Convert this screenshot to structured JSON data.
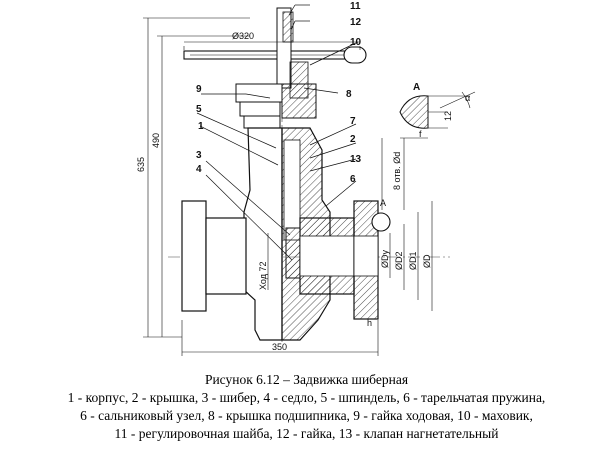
{
  "labels": {
    "n1": "1",
    "n2": "2",
    "n3": "3",
    "n4": "4",
    "n5": "5",
    "n6": "6",
    "n7": "7",
    "n8": "8",
    "n9": "9",
    "n10": "10",
    "n11": "11",
    "n12": "12",
    "n13": "13"
  },
  "dims": {
    "h635": "635",
    "h490": "490",
    "d320": "Ø320",
    "w350": "350",
    "stroke": "Ход 72",
    "holes": "8 отв. Ød",
    "dn": "ØDу",
    "d2": "ØD2",
    "d1": "ØD1",
    "d": "ØD",
    "h": "h",
    "f": "f",
    "t12": "12",
    "alpha": "α",
    "viewA": "A",
    "markA": "A"
  },
  "caption": {
    "title": "Рисунок 6.12 – Задвижка шиберная",
    "line1": "1 - корпус, 2 - крышка, 3 - шибер, 4 - седло, 5 - шпиндель, 6 - тарельчатая пружина,",
    "line2": "6    - сальниковый узел, 8 - крышка подшипника, 9 - гайка ходовая, 10 - маховик,",
    "line3": "11 - регулировочная шайба, 12 - гайка, 13 - клапан нагнетательный"
  }
}
